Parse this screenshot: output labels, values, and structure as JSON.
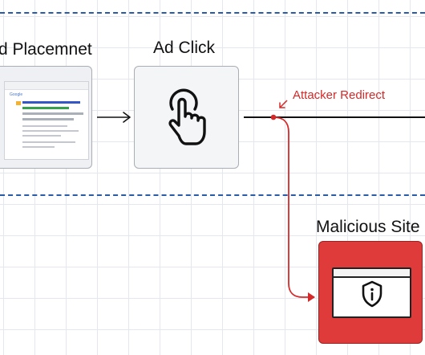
{
  "stages": {
    "placement_label": "d Placemnet",
    "click_label": "Ad Click",
    "malicious_label": "Malicious Site"
  },
  "redirect_label": "Attacker Redirect",
  "serp_logo_text": "Google",
  "icons": {
    "click": "hand-pointer-icon",
    "malicious": "shield-info-icon"
  },
  "colors": {
    "dashed_lines": "#2a5ba8",
    "redirect": "#d62828",
    "malicious_box": "#e03b3b"
  }
}
